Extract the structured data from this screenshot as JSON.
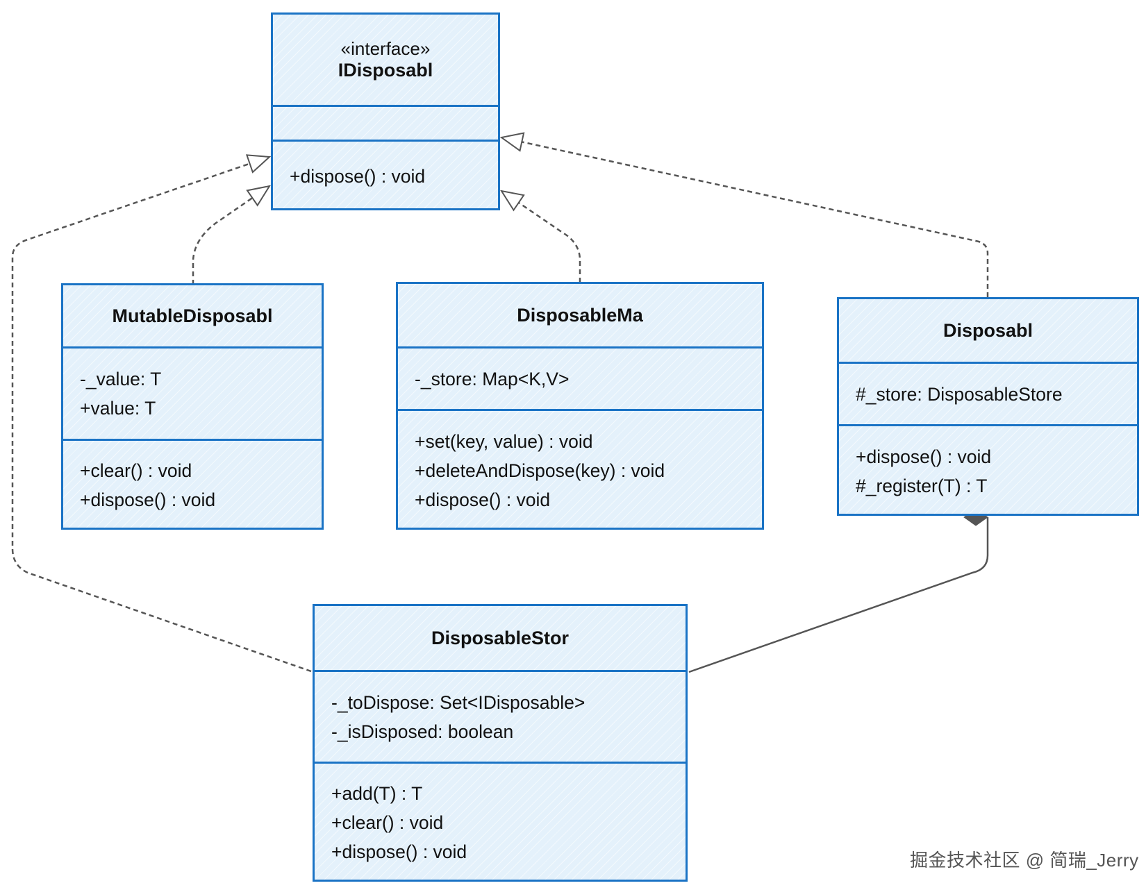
{
  "classes": {
    "idisposable": {
      "stereotype": "«interface»",
      "name": "IDisposabl",
      "attributes": [],
      "methods": [
        "+dispose() : void"
      ]
    },
    "mutable": {
      "name": "MutableDisposabl",
      "attributes": [
        "-_value: T",
        "+value: T"
      ],
      "methods": [
        "+clear() : void",
        "+dispose() : void"
      ]
    },
    "map": {
      "name": "DisposableMa",
      "attributes": [
        "-_store: Map<K,V>"
      ],
      "methods": [
        "+set(key, value) : void",
        "+deleteAndDispose(key) : void",
        "+dispose() : void"
      ]
    },
    "disposable": {
      "name": "Disposabl",
      "attributes": [
        "#_store: DisposableStore"
      ],
      "methods": [
        "+dispose() : void",
        "#_register(T) : T"
      ]
    },
    "store": {
      "name": "DisposableStor",
      "attributes": [
        "-_toDispose: Set<IDisposable>",
        "-_isDisposed: boolean"
      ],
      "methods": [
        "+add(T) : T",
        "+clear() : void",
        "+dispose() : void"
      ]
    }
  },
  "watermark": "掘金技术社区 @ 简瑞_Jerry",
  "colors": {
    "box_border": "#1a73c5",
    "box_fill": "#e4f1fb",
    "edge": "#555555"
  }
}
